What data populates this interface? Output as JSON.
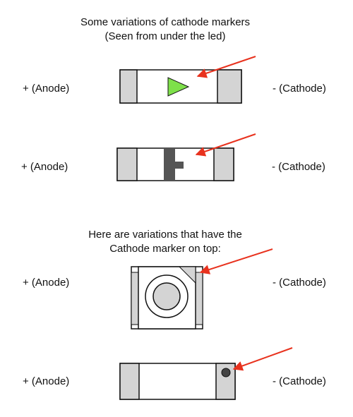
{
  "heading_top": {
    "line1": "Some variations of cathode markers",
    "line2": "(Seen from under the led)"
  },
  "heading_mid": {
    "line1": "Here are variations that have the",
    "line2": "Cathode marker on top:"
  },
  "labels": {
    "anode": "+ (Anode)",
    "cathode": "- (Cathode)"
  },
  "colors": {
    "outline": "#111111",
    "pad": "#d4d4d4",
    "triangle_marker": "#7ee04a",
    "bar_marker": "#555555",
    "arrow": "#e8321e",
    "dot_marker": "#444444"
  },
  "variants": [
    {
      "id": "triangle",
      "marker": "triangle-icon"
    },
    {
      "id": "bar",
      "marker": "bar-icon"
    },
    {
      "id": "plcc-corner",
      "marker": "corner-notch-icon"
    },
    {
      "id": "dot",
      "marker": "dot-icon"
    }
  ]
}
